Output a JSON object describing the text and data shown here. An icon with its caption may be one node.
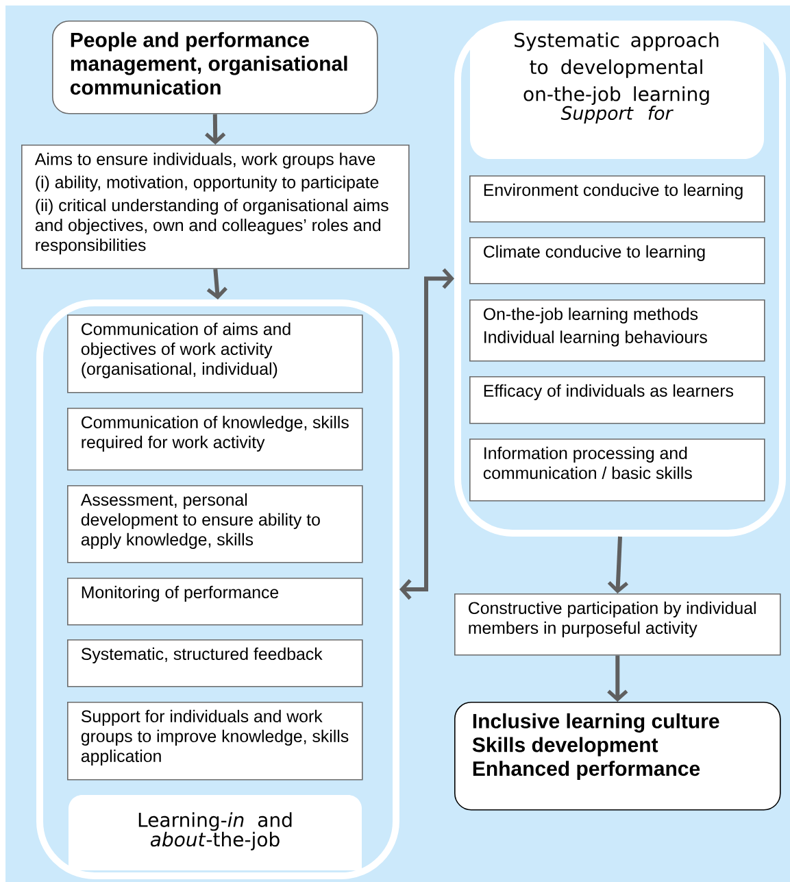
{
  "diagram": {
    "nodes": [
      {
        "text": [
          "People and performance management, organisational communication"
        ]
      },
      {
        "text": [
          "Aims to ensure individuals, work groups have",
          "(i) ability, motivation, opportunity to participate",
          "(ii) critical understanding of organisational aims and objectives, own and colleagues’ roles and responsibilities"
        ]
      },
      {
        "text": [
          "Learning-*in* and *about*-the-job"
        ]
      },
      {
        "text": [
          "Communication of aims and objectives of work activity (organisational, individual)"
        ],
        "in": 2
      },
      {
        "text": [
          "Communication of knowledge, skills required for work activity"
        ],
        "in": 2
      },
      {
        "text": [
          "Assessment, personal development to ensure ability to apply knowledge, skills"
        ],
        "in": 2
      },
      {
        "text": [
          "Monitoring of performance"
        ],
        "in": 2
      },
      {
        "text": [
          "Systematic, structured feedback"
        ],
        "in": 2
      },
      {
        "text": [
          "Support for individuals and work groups to improve knowledge, skills application"
        ],
        "in": 2
      },
      {
        "text": [
          "Systematic approach to developmental on-the-job learning",
          "Support for"
        ]
      },
      {
        "text": [
          "Environment conducive to learning"
        ],
        "in": 9
      },
      {
        "text": [
          "Climate conducive to learning"
        ],
        "in": 9
      },
      {
        "text": [
          "On-the-job learning methods",
          "Individual learning behaviours"
        ],
        "in": 9
      },
      {
        "text": [
          "Efficacy of individuals as learners"
        ],
        "in": 9
      },
      {
        "text": [
          "Information processing and communication / basic skills"
        ],
        "in": 9
      },
      {
        "text": [
          "Constructive participation by individual members in purposeful activity"
        ]
      },
      {
        "text": [
          "Inclusive learning culture",
          "Skills development",
          "Enhanced performance"
        ]
      }
    ],
    "edges": [
      {
        "from": 0,
        "to": 1,
        "arrow": "to"
      },
      {
        "from": 1,
        "to": 2,
        "arrow": "to"
      },
      {
        "from": 9,
        "to": 2,
        "arrow": "both"
      },
      {
        "from": 9,
        "to": 15,
        "arrow": "to"
      },
      {
        "from": 15,
        "to": 16,
        "arrow": "to"
      }
    ]
  }
}
